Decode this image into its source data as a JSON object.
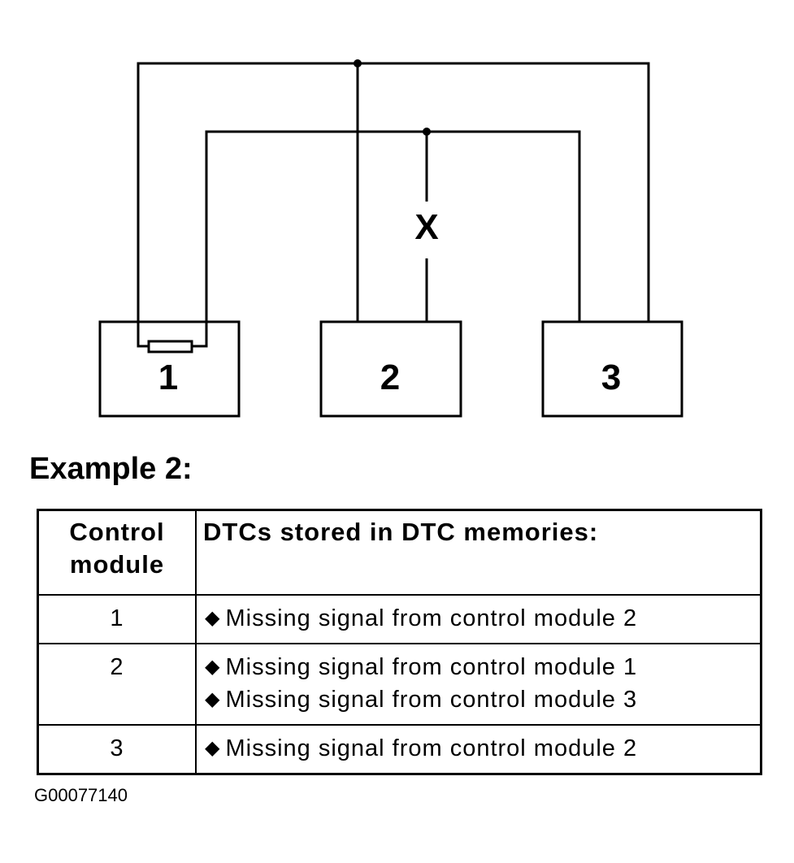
{
  "diagram": {
    "modules": [
      {
        "label": "1"
      },
      {
        "label": "2"
      },
      {
        "label": "3"
      }
    ],
    "break_marker": "X"
  },
  "heading": "Example 2:",
  "table": {
    "headers": {
      "module": [
        "Control",
        "module"
      ],
      "dtc": "DTCs stored in DTC memories:"
    },
    "rows": [
      {
        "module": "1",
        "dtcs": [
          "Missing signal from control module 2"
        ]
      },
      {
        "module": "2",
        "dtcs": [
          "Missing signal from control module 1",
          "Missing signal from control module 3"
        ]
      },
      {
        "module": "3",
        "dtcs": [
          "Missing signal from control module 2"
        ]
      }
    ],
    "bullet_glyph": "◆"
  },
  "figure_code": "G00077140"
}
